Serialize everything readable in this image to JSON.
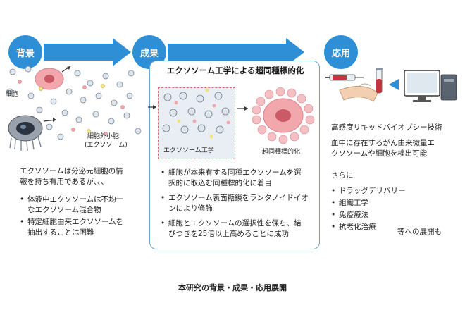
{
  "stages": {
    "background": "背景",
    "results": "成果",
    "application": "応用"
  },
  "background": {
    "cell_label": "細胞",
    "vesicle_label_line1": "細胞外小胞",
    "vesicle_label_line2": "(エクソソーム)",
    "desc_line1": "エクソソームは分泌元細胞の情",
    "desc_line2": "報を持ち有用であるが、、、",
    "bullets": [
      [
        "体液中エクソソームは不均一",
        "なエクソソーム混合物"
      ],
      [
        "特定細胞由来エクソソームを",
        "抽出することは困難"
      ]
    ]
  },
  "results": {
    "title": "エクソソーム工学による超同種標的化",
    "exo_box_label": "エクソソーム工学",
    "target_label": "超同種標的化",
    "bullets": [
      [
        "細胞が本来有する同種エクソソームを選",
        "択的に取込む同種標的化に着目"
      ],
      [
        "エクソソーム表面糖鎖をランタノイドイオ",
        "ンにより修飾"
      ],
      [
        "細胞とエクソソームの選択性を保ち、結",
        "びつきを25倍以上高めることに成功"
      ]
    ]
  },
  "application": {
    "tech_title": "高感度リキッドバイオプシー技術",
    "tech_desc_line1": "血中に存在するがん由来微量エ",
    "tech_desc_line2": "クソソームや細胞を検出可能",
    "further": "さらに",
    "bullets": [
      "ドラッグデリバリー",
      "組織工学",
      "免疫療法",
      "抗老化治療"
    ],
    "suffix": "等への展開も"
  },
  "caption": "本研究の背景・成果・応用展開",
  "colors": {
    "accent_blue": "#2e8fd6",
    "box_border": "#6fa3c8",
    "cell_pink": "#f2a7ad",
    "dashed_red": "#d86a6a"
  }
}
